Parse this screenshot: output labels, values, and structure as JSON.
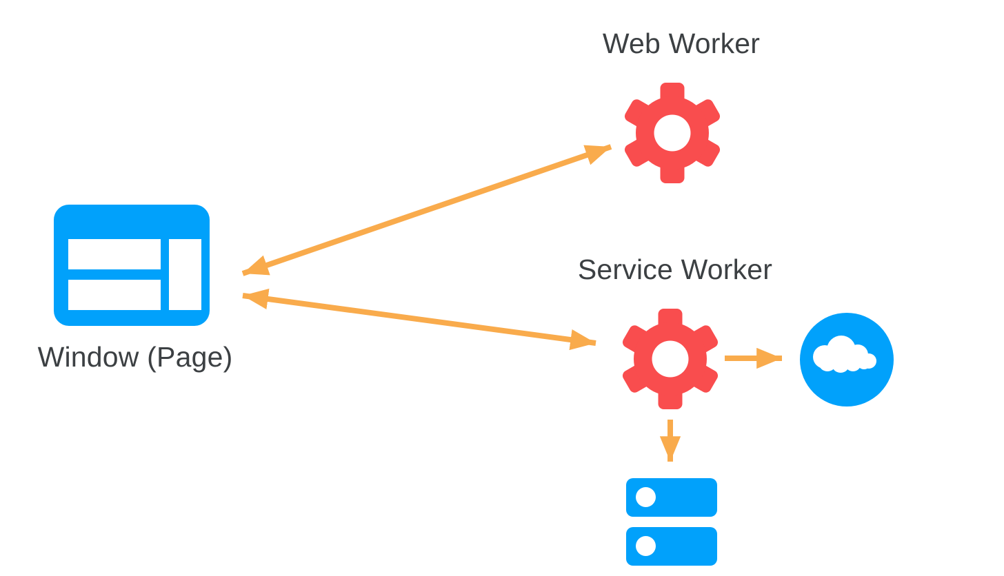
{
  "diagram": {
    "description": "Browser worker architecture diagram",
    "background_color": "#ffffff",
    "colors": {
      "node_blue": "#01a1fb",
      "gear_red": "#f94d4e",
      "arrow_orange": "#f9ab4c",
      "label_text": "#3c4043"
    },
    "nodes": {
      "window": {
        "label": "Window (Page)",
        "icon": "browser-window-icon"
      },
      "web_worker": {
        "label": "Web Worker",
        "icon": "gear-icon"
      },
      "service_worker": {
        "label": "Service Worker",
        "icon": "gear-icon"
      },
      "network": {
        "icon": "cloud-icon"
      },
      "storage": {
        "icon": "database-stack-icon",
        "units": 2
      }
    },
    "edges": [
      {
        "from": "window",
        "to": "web_worker",
        "direction": "bidirectional"
      },
      {
        "from": "window",
        "to": "service_worker",
        "direction": "bidirectional"
      },
      {
        "from": "service_worker",
        "to": "network",
        "direction": "forward"
      },
      {
        "from": "service_worker",
        "to": "storage",
        "direction": "forward"
      }
    ]
  }
}
